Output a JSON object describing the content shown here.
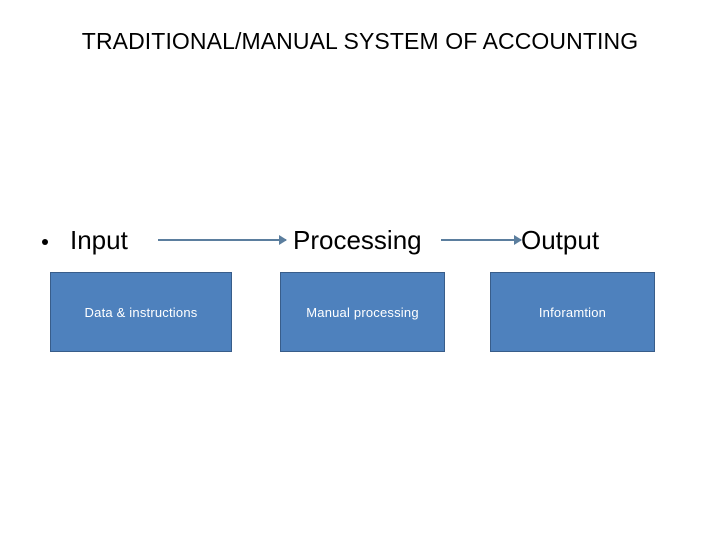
{
  "slide": {
    "title": "TRADITIONAL/MANUAL SYSTEM OF ACCOUNTING",
    "background_color": "#FFFFFF"
  },
  "diagram": {
    "type": "linear-flow",
    "accent_color": "#4E81BD",
    "border_color": "#385D8A",
    "connector_color": "#5B7E9E",
    "label_color": "#000000",
    "box_text_color": "#FFFFFF",
    "stages": [
      {
        "label": "Input",
        "bullet": "•",
        "box_label": "Data & instructions"
      },
      {
        "label": "Processing",
        "box_label": "Manual processing"
      },
      {
        "label": "Output",
        "box_label": "Inforamtion"
      }
    ],
    "connectors": [
      {
        "name": "input-to-processing",
        "glyph": "arrow-right-icon"
      },
      {
        "name": "processing-to-output",
        "glyph": "arrow-right-icon"
      }
    ]
  }
}
